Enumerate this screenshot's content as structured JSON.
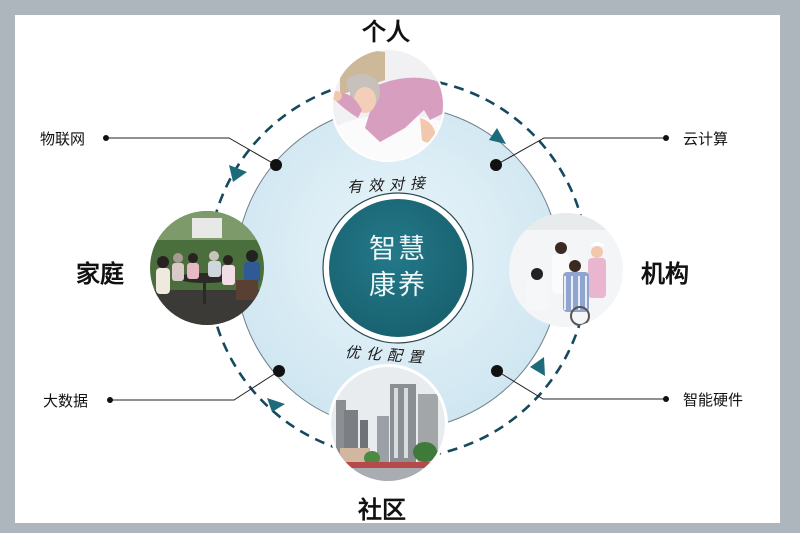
{
  "diagram": {
    "center": {
      "line1": "智慧",
      "line2": "康养"
    },
    "inner_arc_labels": {
      "top": "有效对接",
      "bottom": "优化配置"
    },
    "nodes": [
      {
        "id": "individual",
        "title": "个人",
        "position": "top",
        "photo": "elderly woman lying in bed"
      },
      {
        "id": "institution",
        "title": "机构",
        "position": "right",
        "photo": "doctor and nurses with patient in wheelchair"
      },
      {
        "id": "community",
        "title": "社区",
        "position": "bottom",
        "photo": "residential high-rise buildings"
      },
      {
        "id": "family",
        "title": "家庭",
        "position": "left",
        "photo": "family sitting around outdoor table"
      }
    ],
    "technologies": [
      {
        "label": "物联网",
        "position": "upper-left"
      },
      {
        "label": "云计算",
        "position": "upper-right"
      },
      {
        "label": "大数据",
        "position": "lower-left"
      },
      {
        "label": "智能硬件",
        "position": "lower-right"
      }
    ],
    "flow": {
      "style": "dashed circular arrows",
      "direction": "counter-clockwise"
    },
    "colors": {
      "frame": "#aeb6bd",
      "background": "#ffffff",
      "center_fill": "#1d6b7a",
      "outer_disc": "#d8ecf4",
      "dashed_ring": "#16485e",
      "arrow": "#1d6b7a",
      "connector": "#111111"
    }
  }
}
